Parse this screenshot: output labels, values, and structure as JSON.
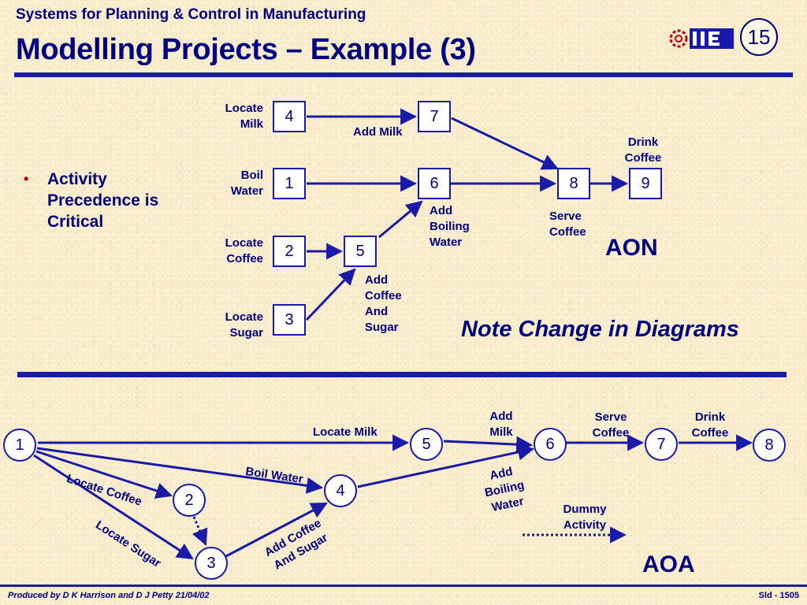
{
  "header": {
    "subtitle": "Systems for Planning & Control in Manufacturing",
    "title": "Modelling Projects – Example (3)",
    "slide_number": "15",
    "logo_text": "IIE"
  },
  "bullet": {
    "text": "Activity Precedence is Critical"
  },
  "aon": {
    "heading": "AON",
    "note": "Note Change in Diagrams",
    "nodes": {
      "n4": "4",
      "n7": "7",
      "n1": "1",
      "n6": "6",
      "n8": "8",
      "n9": "9",
      "n2": "2",
      "n5": "5",
      "n3": "3"
    },
    "labels": {
      "locate_milk_1": "Locate",
      "locate_milk_2": "Milk",
      "boil_water_1": "Boil",
      "boil_water_2": "Water",
      "locate_coffee_1": "Locate",
      "locate_coffee_2": "Coffee",
      "locate_sugar_1": "Locate",
      "locate_sugar_2": "Sugar",
      "add_milk": "Add Milk",
      "drink_coffee_1": "Drink",
      "drink_coffee_2": "Coffee",
      "add_boiling_1": "Add",
      "add_boiling_2": "Boiling",
      "add_boiling_3": "Water",
      "serve_coffee_1": "Serve",
      "serve_coffee_2": "Coffee",
      "add_coffee_1": "Add",
      "add_coffee_2": "Coffee",
      "add_coffee_3": "And",
      "add_coffee_4": "Sugar"
    }
  },
  "aoa": {
    "heading": "AOA",
    "nodes": {
      "e1": "1",
      "e5": "5",
      "e6": "6",
      "e7": "7",
      "e8": "8",
      "e2": "2",
      "e4": "4",
      "e3": "3"
    },
    "labels": {
      "locate_milk": "Locate Milk",
      "add_milk_1": "Add",
      "add_milk_2": "Milk",
      "serve_coffee_1": "Serve",
      "serve_coffee_2": "Coffee",
      "drink_coffee_1": "Drink",
      "drink_coffee_2": "Coffee",
      "boil_water": "Boil Water",
      "locate_coffee": "Locate Coffee",
      "locate_sugar": "Locate Sugar",
      "add_boiling_1": "Add",
      "add_boiling_2": "Boiling",
      "add_boiling_3": "Water",
      "add_coffee_1": "Add Coffee",
      "add_coffee_2": "And Sugar",
      "dummy_1": "Dummy",
      "dummy_2": "Activity"
    }
  },
  "footer": {
    "left": "Produced by D K Harrison and D J Petty 21/04/02",
    "right": "Sld - 1505"
  },
  "colors": {
    "primary": "#000080",
    "rule": "#1a1aa8",
    "bullet": "#c00000",
    "background": "#f8eccc"
  }
}
